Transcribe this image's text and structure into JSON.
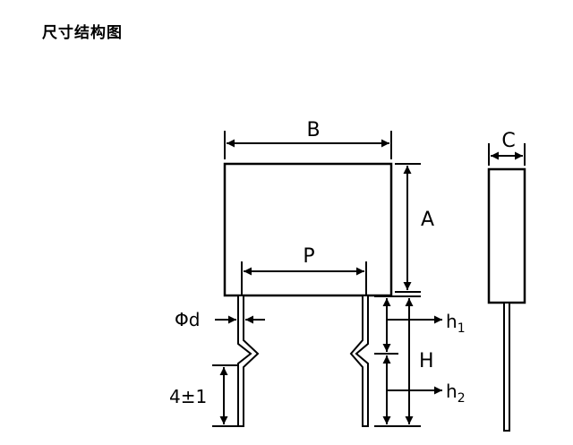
{
  "title": "尺寸结构图",
  "labels": {
    "B": "B",
    "A": "A",
    "C": "C",
    "P": "P",
    "phi_d": "Φd",
    "h1_base": "h",
    "h1_sub": "1",
    "h2_base": "h",
    "h2_sub": "2",
    "H": "H",
    "lead_length": "4±1"
  },
  "colors": {
    "line": "#000000",
    "background": "#ffffff"
  }
}
